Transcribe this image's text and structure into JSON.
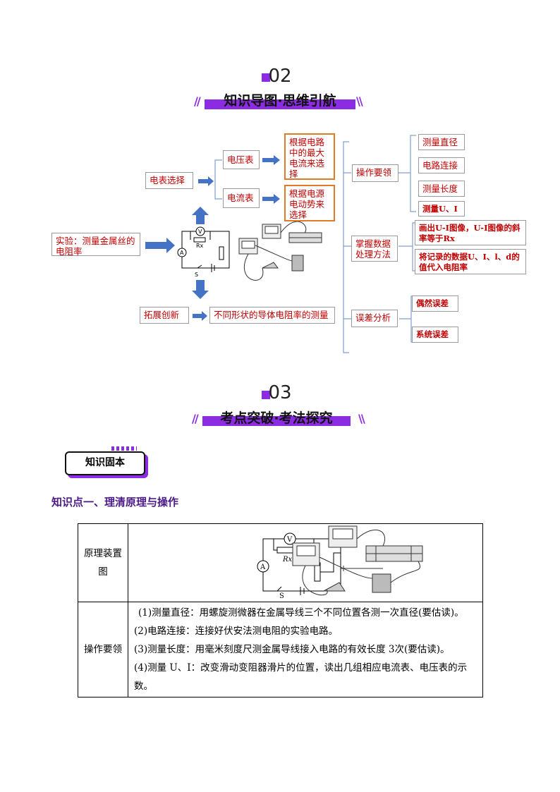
{
  "section02": {
    "number": "02",
    "title": "知识导图·思维引航"
  },
  "mindmap": {
    "experiment_label": "实验：测量金属丝的电阻率",
    "meter_select": "电表选择",
    "voltmeter": "电压表",
    "voltmeter_note": "根据电路中的最大电流来选择",
    "ammeter": "电流表",
    "ammeter_note": "根据电源电动势来选择",
    "extension": "拓展创新",
    "extension_note": "不同形状的导体电阻率的测量",
    "operation": "操作要领",
    "op_items": [
      "测量直径",
      "电路连接",
      "测量长度",
      "测量U、I"
    ],
    "data_method": "掌握数据处理方法",
    "data_items": [
      "画出U-I图像，U-I图像的斜率等于Rx",
      "将记录的数据U、I、l、d的值代入电阻率"
    ],
    "error_analysis": "误差分析",
    "error_items": [
      "偶然误差",
      "系统误差"
    ],
    "circuit_labels": {
      "V": "V",
      "A": "A",
      "Rx": "Rx",
      "S": "S"
    }
  },
  "section03": {
    "number": "03",
    "title": "考点突破·考法探究"
  },
  "knowledge_tab": "知识固本",
  "knowledge_point_title": "知识点一、理清原理与操作",
  "table": {
    "row1_header": "原理装置图",
    "row2_header": "操作要领",
    "ops": [
      "(1)测量直径：用螺旋测微器在金属导线三个不同位置各测一次直径(要估读)。",
      "(2)电路连接：连接好伏安法测电阻的实验电路。",
      "(3)测量长度：用毫米刻度尺测金属导线接入电路的有效长度 3次(要估读)。",
      "(4)测量 U、I：改变滑动变阻器滑片的位置，读出几组相应电流表、电压表的示数。"
    ]
  },
  "colors": {
    "accent": "#8b2be2",
    "red_text": "#c00000",
    "arrow": "#4472c4",
    "orange_border": "#e07b2a"
  }
}
